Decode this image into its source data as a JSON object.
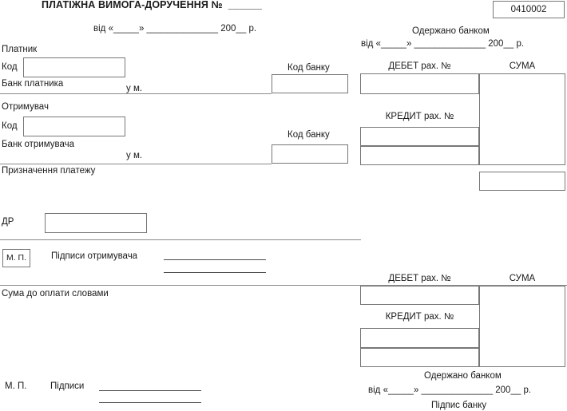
{
  "document": {
    "title": "ПЛАТІЖНА ВИМОГА-ДОРУЧЕННЯ №  ______",
    "form_code": "0410002",
    "date_line": "від «_____» ______________ 200__ р."
  },
  "payer_section": {
    "payer_label": "Платник",
    "code_label": "Код",
    "bank_label": "Банк платника",
    "city_label": "у м.",
    "bank_code_label": "Код банку"
  },
  "receiver_section": {
    "receiver_label": "Отримувач",
    "code_label": "Код",
    "bank_label": "Банк отримувача",
    "city_label": "у м.",
    "bank_code_label": "Код банку"
  },
  "purpose_section": {
    "purpose_label": "Призначення платежу",
    "dr_label": "ДР"
  },
  "receiver_signatures": {
    "stamp_label": "М. П.",
    "signatures_label": "Підписи отримувача"
  },
  "amount_section": {
    "amount_words_label": "Сума до оплати словами"
  },
  "payer_signatures": {
    "stamp_label": "М. П.",
    "signatures_label": "Підписи"
  },
  "bank_received_top": {
    "heading": "Одержано банком",
    "date_line": "від «_____» ______________ 200__ р."
  },
  "bank_received_bottom": {
    "heading": "Одержано банком",
    "date_line": "від «_____» ______________ 200__ р.",
    "signature_label": "Підпис банку"
  },
  "accounts_top": {
    "debit_label": "ДЕБЕТ рах. №",
    "credit_label": "КРЕДИТ рах. №",
    "sum_label": "СУМА"
  },
  "accounts_bottom": {
    "debit_label": "ДЕБЕТ рах. №",
    "credit_label": "КРЕДИТ рах. №",
    "sum_label": "СУМА"
  }
}
